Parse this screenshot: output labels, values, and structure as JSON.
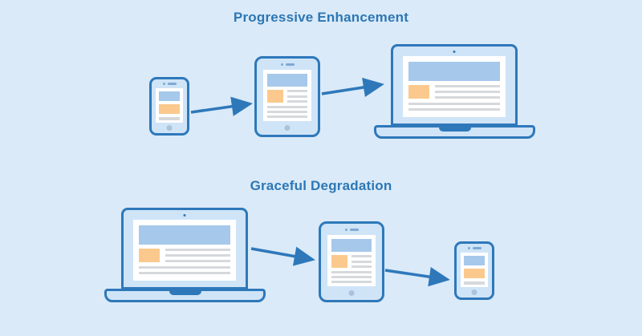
{
  "sections": [
    {
      "title": "Progressive Enhancement",
      "order": [
        "phone",
        "tablet",
        "laptop"
      ]
    },
    {
      "title": "Graceful Degradation",
      "order": [
        "laptop",
        "tablet",
        "phone"
      ]
    }
  ],
  "arrows": [
    {
      "section": "Progressive Enhancement",
      "from": "phone",
      "to": "tablet"
    },
    {
      "section": "Progressive Enhancement",
      "from": "tablet",
      "to": "laptop"
    },
    {
      "section": "Graceful Degradation",
      "from": "laptop",
      "to": "tablet"
    },
    {
      "section": "Graceful Degradation",
      "from": "tablet",
      "to": "phone"
    }
  ],
  "colors": {
    "background": "#daeaf8",
    "outline": "#2e78ba",
    "device_body": "#cfe4f7",
    "screen": "#ffffff",
    "header_block": "#a6c8eb",
    "accent_block": "#fbc98d",
    "text_line": "#d6d9dc",
    "title_text": "#2d77b5",
    "detail": "#7fa9d2",
    "home_button": "#a9c3dd"
  }
}
